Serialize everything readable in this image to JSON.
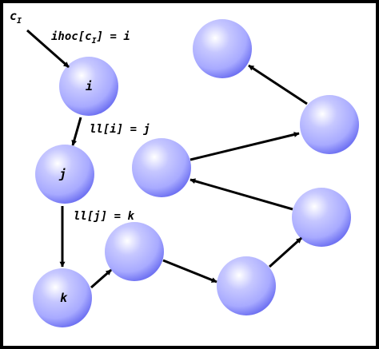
{
  "diagram": {
    "pointer_label": "c",
    "pointer_subscript": "I",
    "edge_labels": {
      "head": "ihoc[c",
      "head_sub": "I",
      "head_tail": "] = i",
      "i_to_j": "ll[i] = j",
      "j_to_k": "ll[j] = k"
    },
    "node_labels": {
      "i": "i",
      "j": "j",
      "k": "k"
    },
    "colors": {
      "sphere_highlight": "#ffffff",
      "sphere_mid": "#a8aaff",
      "sphere_shadow": "#6f72f2",
      "frame": "#000000",
      "arrow": "#000000"
    }
  }
}
